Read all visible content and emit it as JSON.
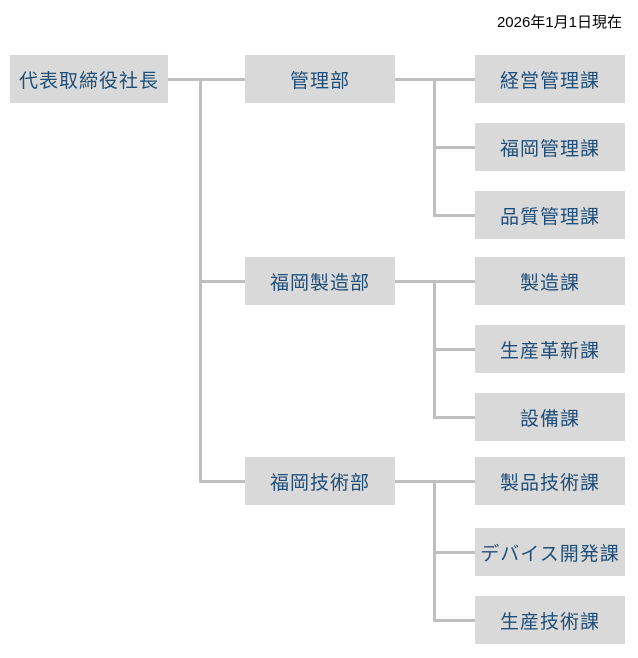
{
  "page": {
    "date_label": "2026年1月1日現在",
    "background_color": "#ffffff"
  },
  "org_chart": {
    "box_fill_color": "#d9d9d9",
    "box_text_color": "#1f4e79",
    "connector_color": "#bfbfbf",
    "root": {
      "label": "代表取締役社長"
    },
    "departments": [
      {
        "label": "管理部",
        "sections": [
          {
            "label": "経営管理課"
          },
          {
            "label": "福岡管理課"
          },
          {
            "label": "品質管理課"
          }
        ]
      },
      {
        "label": "福岡製造部",
        "sections": [
          {
            "label": "製造課"
          },
          {
            "label": "生産革新課"
          },
          {
            "label": "設備課"
          }
        ]
      },
      {
        "label": "福岡技術部",
        "sections": [
          {
            "label": "製品技術課"
          },
          {
            "label": "デバイス開発課"
          },
          {
            "label": "生産技術課"
          }
        ]
      }
    ]
  }
}
